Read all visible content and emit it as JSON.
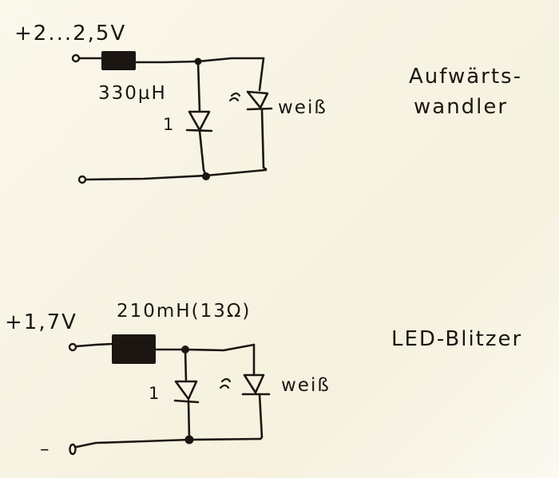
{
  "diagram": {
    "paper_color": "#f8f5e6",
    "ink_color": "#1c1612",
    "circuits": [
      {
        "id": "boost-converter",
        "title_line1": "Aufwärts-",
        "title_line2": "wandler",
        "supply_label": "+2...2,5V",
        "inductor_label": "330µH",
        "diode_label": "1",
        "led_symbol": "ε",
        "led_label": "weiß",
        "ground_label": ""
      },
      {
        "id": "led-flasher",
        "title_line1": "LED-Blitzer",
        "supply_label": "+1,7V",
        "inductor_label": "210mH(13Ω)",
        "diode_label": "1",
        "led_symbol": "ε",
        "led_label": "weiß",
        "ground_label": "–"
      }
    ]
  }
}
